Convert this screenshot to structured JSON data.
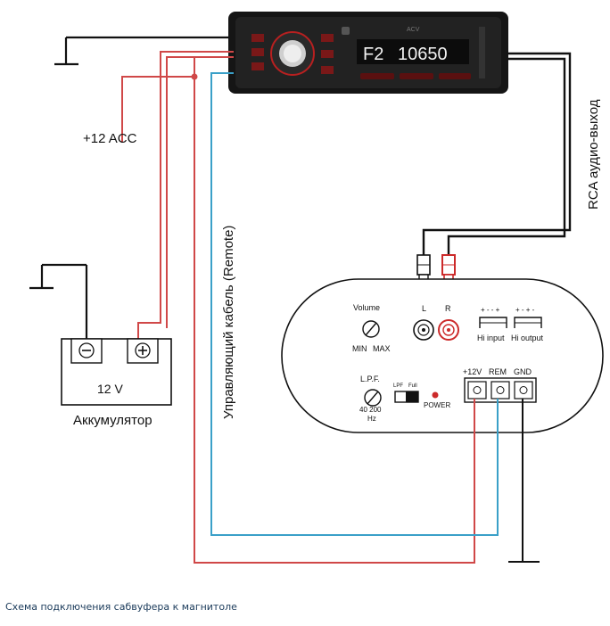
{
  "labels": {
    "acc": "+12 ACC",
    "remote": "Управляющий кабель (Remote)",
    "rca_out": "RCA аудио-выход",
    "battery_voltage": "12 V",
    "battery_name": "Аккумулятор",
    "caption": "Схема подключения сабвуфера к магнитоле"
  },
  "headunit": {
    "brand": "ACV",
    "display": "F2 10650",
    "display_mode": "F2",
    "display_freq": "10650"
  },
  "amp": {
    "volume": "Volume",
    "vol_min": "MIN",
    "vol_max": "MAX",
    "rca_l": "L",
    "rca_r": "R",
    "hi_input": "Hi input",
    "hi_output": "Hi output",
    "hi_in_signs": "+ - - +",
    "hi_out_signs": "+ - + -",
    "lpf": "L.P.F.",
    "lpf_range": "40  200",
    "lpf_unit": "Hz",
    "lpf_switch_lpf": "LPF",
    "lpf_switch_full": "Full",
    "power": "POWER",
    "term_12v": "+12V",
    "term_rem": "REM",
    "term_gnd": "GND"
  },
  "colors": {
    "wire_power": "#d04848",
    "wire_remote": "#3aa0c8",
    "wire_signal": "#111111",
    "rca_red": "#cc2a2a"
  }
}
